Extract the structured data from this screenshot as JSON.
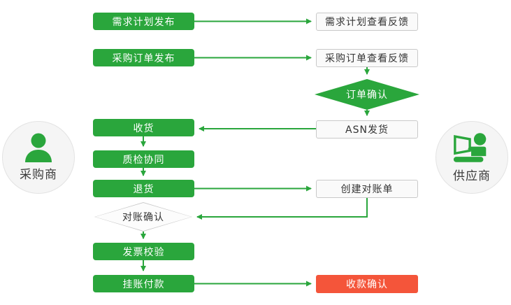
{
  "diagram": {
    "actors": {
      "buyer": {
        "label": "采购商"
      },
      "supplier": {
        "label": "供应商"
      }
    },
    "nodes": {
      "demand_plan_publish": {
        "label": "需求计划发布"
      },
      "demand_plan_feedback": {
        "label": "需求计划查看反馈"
      },
      "po_publish": {
        "label": "采购订单发布"
      },
      "po_feedback": {
        "label": "采购订单查看反馈"
      },
      "order_confirm": {
        "label": "订单确认"
      },
      "asn_ship": {
        "label": "ASN发货"
      },
      "receive": {
        "label": "收货"
      },
      "quality_check": {
        "label": "质检协同"
      },
      "return_goods": {
        "label": "退货"
      },
      "create_statement": {
        "label": "创建对账单"
      },
      "statement_confirm": {
        "label": "对账确认"
      },
      "invoice_verify": {
        "label": "发票校验"
      },
      "payment": {
        "label": "挂账付款"
      },
      "receipt_confirm": {
        "label": "收款确认"
      }
    },
    "edges": [
      {
        "from": "demand_plan_publish",
        "to": "demand_plan_feedback"
      },
      {
        "from": "po_publish",
        "to": "po_feedback"
      },
      {
        "from": "po_feedback",
        "to": "order_confirm"
      },
      {
        "from": "order_confirm",
        "to": "asn_ship"
      },
      {
        "from": "asn_ship",
        "to": "receive"
      },
      {
        "from": "receive",
        "to": "quality_check"
      },
      {
        "from": "quality_check",
        "to": "return_goods"
      },
      {
        "from": "return_goods",
        "to": "create_statement"
      },
      {
        "from": "create_statement",
        "to": "statement_confirm"
      },
      {
        "from": "statement_confirm",
        "to": "invoice_verify"
      },
      {
        "from": "invoice_verify",
        "to": "payment"
      },
      {
        "from": "payment",
        "to": "receipt_confirm"
      }
    ],
    "colors": {
      "green": "#2aa63c",
      "red": "#f4553a",
      "box_bg": "#fafafa",
      "box_border": "#c9c9c9",
      "text_dark": "#333333"
    }
  }
}
